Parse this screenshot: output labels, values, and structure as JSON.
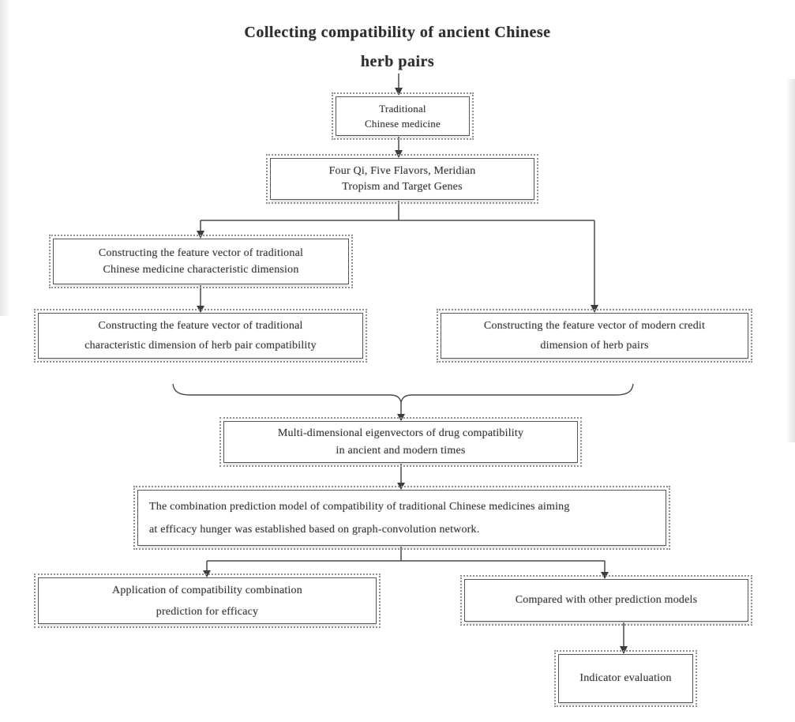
{
  "figure": {
    "title_line1": "Collecting compatibility of ancient Chinese",
    "title_line2": "herb pairs"
  },
  "boxes": {
    "tcm": {
      "line1": "Traditional",
      "line2": "Chinese medicine"
    },
    "four_qi": {
      "line1": "Four Qi, Five Flavors, Meridian",
      "line2": "Tropism and Target Genes"
    },
    "feature_tcm_dimension": {
      "line1": "Constructing the feature vector of traditional",
      "line2": "Chinese medicine characteristic dimension"
    },
    "feature_herb_pair_compatibility": {
      "line1": "Constructing the feature vector of traditional",
      "line2": "characteristic dimension of herb pair compatibility"
    },
    "feature_modern_credit": {
      "line1": "Constructing the feature vector of modern credit",
      "line2": "dimension of herb pairs"
    },
    "multi_dimensional_eigenvectors": {
      "line1": "Multi-dimensional eigenvectors of drug compatibility",
      "line2": "in ancient and modern times"
    },
    "combination_prediction_model": {
      "line1": "The combination prediction model of compatibility of traditional Chinese medicines aiming",
      "line2": "at efficacy hunger was established based on graph-convolution network."
    },
    "application_prediction": {
      "line1": "Application of compatibility combination",
      "line2": "prediction for efficacy"
    },
    "compared_models": {
      "line1": "Compared with other prediction models"
    },
    "indicator_evaluation": {
      "line1": "Indicator evaluation"
    }
  },
  "colors": {
    "ink": "#3a3a3a",
    "line": "#4a4a4a",
    "box_border": "#565656",
    "box_outline": "#8f8f8f",
    "background": "#ffffff"
  }
}
